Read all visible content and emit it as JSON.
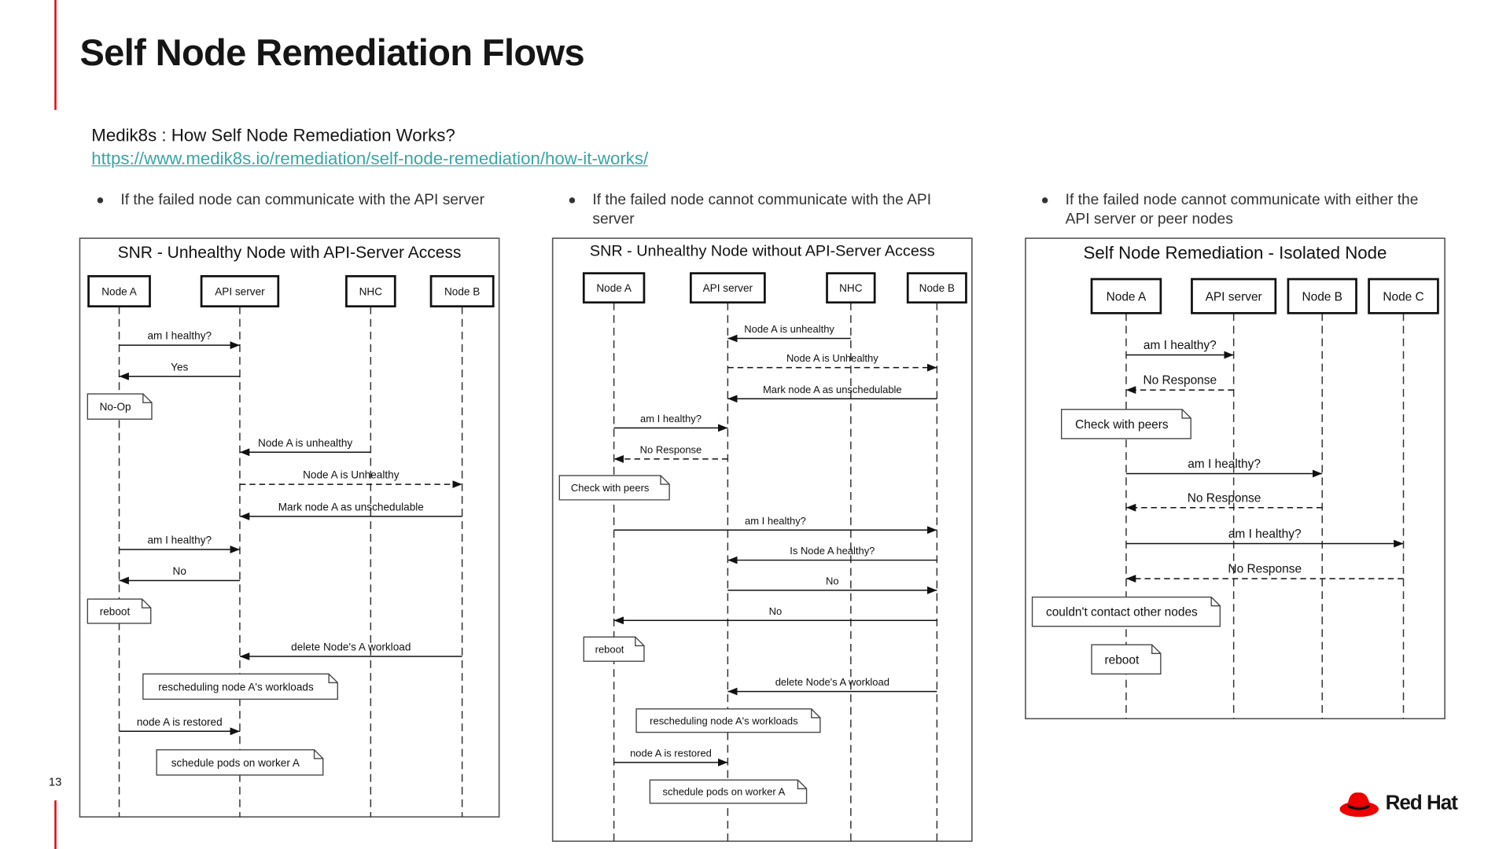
{
  "slide": {
    "title": "Self Node Remediation Flows",
    "subtitle": "Medik8s : How Self Node Remediation Works?",
    "link": "https://www.medik8s.io/remediation/self-node-remediation/how-it-works/",
    "bullets": [
      "If the failed node can communicate with the API server",
      "If the failed node cannot communicate with the API server",
      "If the failed node cannot communicate with either the API server or peer nodes"
    ],
    "page_number": "13",
    "logo_text": "Red Hat",
    "accent_color": "#ee0000",
    "link_color": "#3aa5a5"
  },
  "diagrams": [
    {
      "title": "SNR - Unhealthy Node with API-Server Access",
      "participants": [
        "Node A",
        "API server",
        "NHC",
        "Node B"
      ],
      "steps": [
        {
          "type": "message",
          "from": 0,
          "to": 1,
          "label": "am I healthy?",
          "dashed": false
        },
        {
          "type": "message",
          "from": 1,
          "to": 0,
          "label": "Yes",
          "dashed": false
        },
        {
          "type": "note",
          "text": "No-Op"
        },
        {
          "type": "message",
          "from": 2,
          "to": 1,
          "label": "Node A is unhealthy",
          "dashed": false
        },
        {
          "type": "message",
          "from": 1,
          "to": 3,
          "label": "Node A is Unhealthy",
          "dashed": true
        },
        {
          "type": "message",
          "from": 3,
          "to": 1,
          "label": "Mark node A as unschedulable",
          "dashed": false
        },
        {
          "type": "message",
          "from": 0,
          "to": 1,
          "label": "am I healthy?",
          "dashed": false
        },
        {
          "type": "message",
          "from": 1,
          "to": 0,
          "label": "No",
          "dashed": false
        },
        {
          "type": "note",
          "text": "reboot"
        },
        {
          "type": "message",
          "from": 3,
          "to": 1,
          "label": "delete Node's A workload",
          "dashed": false
        },
        {
          "type": "note",
          "text": "rescheduling node A's workloads"
        },
        {
          "type": "message",
          "from": 0,
          "to": 1,
          "label": "node A is restored",
          "dashed": false
        },
        {
          "type": "note",
          "text": "schedule pods on worker A"
        }
      ]
    },
    {
      "title": "SNR - Unhealthy Node without API-Server Access",
      "participants": [
        "Node A",
        "API server",
        "NHC",
        "Node B"
      ],
      "steps": [
        {
          "type": "message",
          "from": 2,
          "to": 1,
          "label": "Node A is unhealthy",
          "dashed": false
        },
        {
          "type": "message",
          "from": 1,
          "to": 3,
          "label": "Node A is Unhealthy",
          "dashed": true
        },
        {
          "type": "message",
          "from": 3,
          "to": 1,
          "label": "Mark node A as unschedulable",
          "dashed": false
        },
        {
          "type": "message",
          "from": 0,
          "to": 1,
          "label": "am I healthy?",
          "dashed": false
        },
        {
          "type": "message",
          "from": 1,
          "to": 0,
          "label": "No Response",
          "dashed": true
        },
        {
          "type": "note",
          "text": "Check with peers"
        },
        {
          "type": "message",
          "from": 0,
          "to": 3,
          "label": "am I healthy?",
          "dashed": false
        },
        {
          "type": "message",
          "from": 3,
          "to": 1,
          "label": "Is Node A healthy?",
          "dashed": false
        },
        {
          "type": "message",
          "from": 1,
          "to": 3,
          "label": "No",
          "dashed": false
        },
        {
          "type": "message",
          "from": 3,
          "to": 0,
          "label": "No",
          "dashed": false
        },
        {
          "type": "note",
          "text": "reboot"
        },
        {
          "type": "message",
          "from": 3,
          "to": 1,
          "label": "delete Node's A workload",
          "dashed": false
        },
        {
          "type": "note",
          "text": "rescheduling node A's workloads"
        },
        {
          "type": "message",
          "from": 0,
          "to": 1,
          "label": "node A is restored",
          "dashed": false
        },
        {
          "type": "note",
          "text": "schedule pods on worker A"
        }
      ]
    },
    {
      "title": "Self Node Remediation - Isolated Node",
      "participants": [
        "Node A",
        "API server",
        "Node B",
        "Node C"
      ],
      "steps": [
        {
          "type": "message",
          "from": 0,
          "to": 1,
          "label": "am I healthy?",
          "dashed": false
        },
        {
          "type": "message",
          "from": 1,
          "to": 0,
          "label": "No Response",
          "dashed": true
        },
        {
          "type": "note",
          "text": "Check with peers"
        },
        {
          "type": "message",
          "from": 0,
          "to": 2,
          "label": "am I healthy?",
          "dashed": false
        },
        {
          "type": "message",
          "from": 2,
          "to": 0,
          "label": "No Response",
          "dashed": true
        },
        {
          "type": "message",
          "from": 0,
          "to": 3,
          "label": "am I healthy?",
          "dashed": false
        },
        {
          "type": "message",
          "from": 3,
          "to": 0,
          "label": "No Response",
          "dashed": true
        },
        {
          "type": "note",
          "text": "couldn't contact other nodes"
        },
        {
          "type": "note",
          "text": "reboot"
        }
      ]
    }
  ]
}
